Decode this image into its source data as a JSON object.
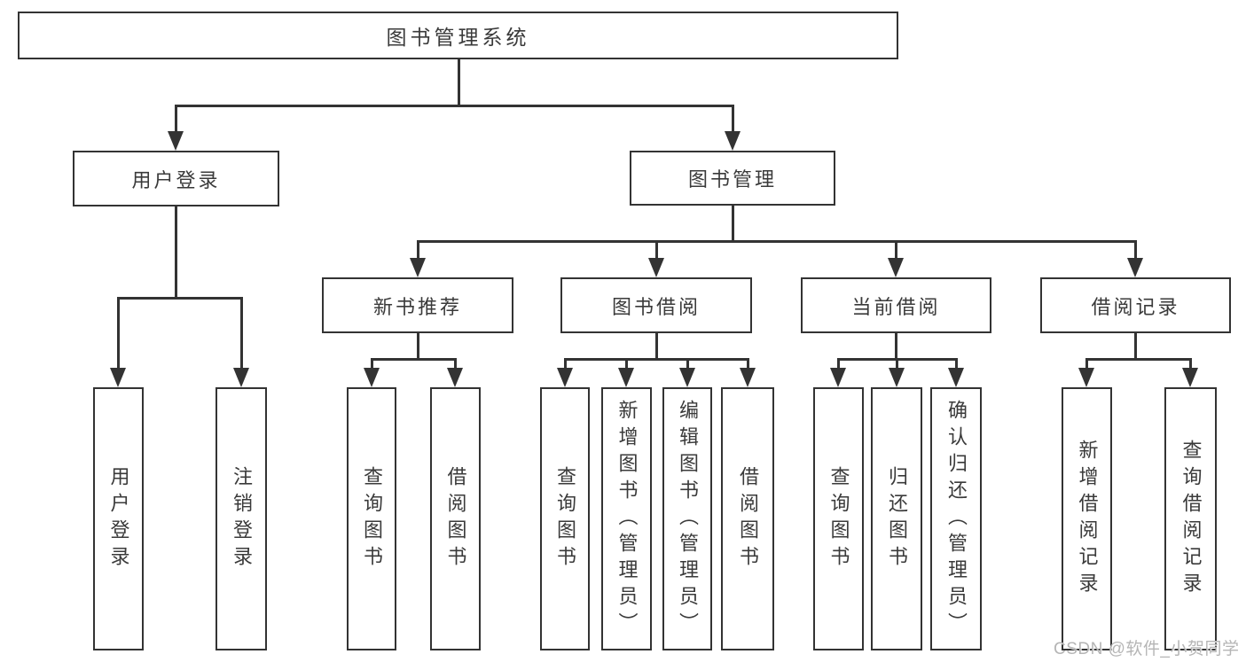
{
  "tree": {
    "label": "图书管理系统",
    "children": [
      {
        "label": "用户登录",
        "children": [
          {
            "label": "用户登录"
          },
          {
            "label": "注销登录"
          }
        ]
      },
      {
        "label": "图书管理",
        "children": [
          {
            "label": "新书推荐",
            "children": [
              {
                "label": "查询图书"
              },
              {
                "label": "借阅图书"
              }
            ]
          },
          {
            "label": "图书借阅",
            "children": [
              {
                "label": "查询图书"
              },
              {
                "label": "新增图书（管理员）"
              },
              {
                "label": "编辑图书（管理员）"
              },
              {
                "label": "借阅图书"
              }
            ]
          },
          {
            "label": "当前借阅",
            "children": [
              {
                "label": "查询图书"
              },
              {
                "label": "归还图书"
              },
              {
                "label": "确认归还（管理员）"
              }
            ]
          },
          {
            "label": "借阅记录",
            "children": [
              {
                "label": "新增借阅记录"
              },
              {
                "label": "查询借阅记录"
              }
            ]
          }
        ]
      }
    ]
  },
  "watermark": {
    "text": "CSDN @软件_小贺同学"
  },
  "colors": {
    "line": "#333333",
    "text": "#3a3a3a",
    "watermark": "#b5b5b5"
  }
}
